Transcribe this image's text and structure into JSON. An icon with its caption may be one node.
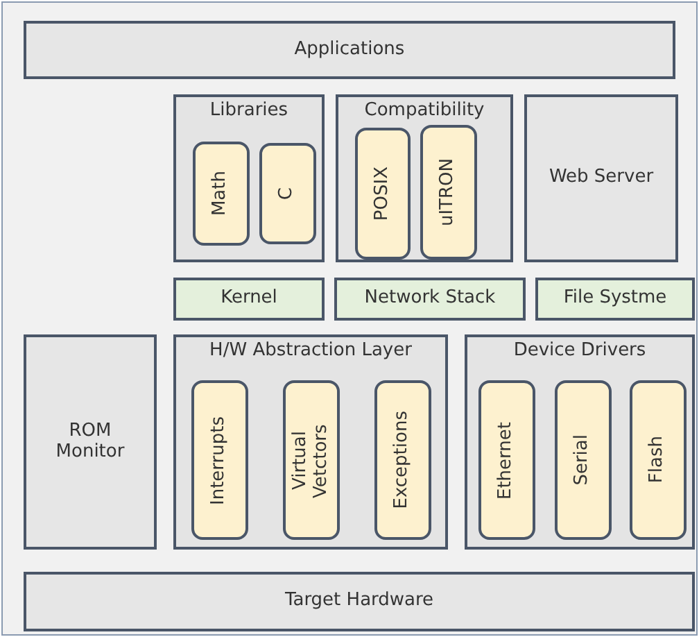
{
  "diagram": {
    "nodes": [
      {
        "text": [
          "Applications"
        ]
      },
      {
        "text": [
          "Libraries"
        ]
      },
      {
        "text": [
          "Math"
        ],
        "in": 1
      },
      {
        "text": [
          "C"
        ],
        "in": 1
      },
      {
        "text": [
          "Compatibility"
        ]
      },
      {
        "text": [
          "POSIX"
        ],
        "in": 4
      },
      {
        "text": [
          "uITRON"
        ],
        "in": 4
      },
      {
        "text": [
          "Web Server"
        ]
      },
      {
        "text": [
          "Kernel"
        ]
      },
      {
        "text": [
          "Network Stack"
        ]
      },
      {
        "text": [
          "File Systme"
        ]
      },
      {
        "text": [
          "ROM Monitor"
        ]
      },
      {
        "text": [
          "H/W Abstraction Layer"
        ]
      },
      {
        "text": [
          "Interrupts"
        ],
        "in": 12
      },
      {
        "text": [
          "Virtual Vetctors"
        ],
        "in": 12
      },
      {
        "text": [
          "Exceptions"
        ],
        "in": 12
      },
      {
        "text": [
          "Device Drivers"
        ]
      },
      {
        "text": [
          "Ethernet"
        ],
        "in": 16
      },
      {
        "text": [
          "Serial"
        ],
        "in": 16
      },
      {
        "text": [
          "Flash"
        ],
        "in": 16
      },
      {
        "text": [
          "Target Hardware"
        ]
      }
    ]
  }
}
